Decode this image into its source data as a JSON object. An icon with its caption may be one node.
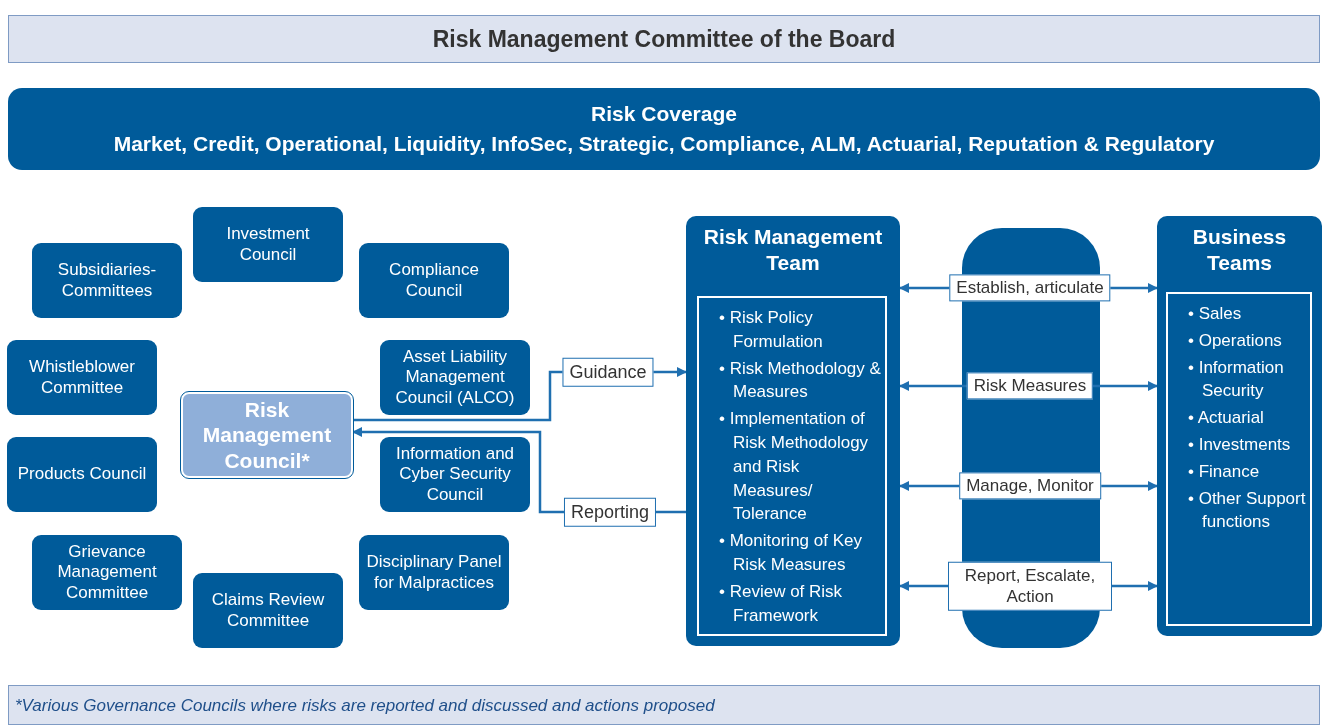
{
  "diagram": {
    "caption": "*Various Governance Councils where risks are reported and discussed and actions proposed",
    "nodes": [
      {
        "text": [
          "Risk Management Committee of the Board"
        ]
      },
      {
        "text": [
          "Risk Coverage",
          "Market, Credit, Operational, Liquidity, InfoSec, Strategic, Compliance, ALM, Actuarial, Reputation & Regulatory"
        ]
      },
      {
        "text": [
          "Investment Council"
        ]
      },
      {
        "text": [
          "Subsidiaries- Committees"
        ]
      },
      {
        "text": [
          "Compliance Council"
        ]
      },
      {
        "text": [
          "Whistleblower Committee"
        ]
      },
      {
        "text": [
          "Risk Management Council*"
        ]
      },
      {
        "text": [
          "Asset Liability Management Council (ALCO)"
        ]
      },
      {
        "text": [
          "Products Council"
        ]
      },
      {
        "text": [
          "Information and Cyber Security Council"
        ]
      },
      {
        "text": [
          "Grievance Management Committee"
        ]
      },
      {
        "text": [
          "Disciplinary Panel for Malpractices"
        ]
      },
      {
        "text": [
          "Claims Review Committee"
        ]
      },
      {
        "text": [
          "Risk Management Team"
        ]
      },
      {
        "text": [
          "• Risk Policy Formulation",
          "• Risk Methodology & Measures",
          "• Implementation of Risk Methodology and Risk Measures/ Tolerance",
          "• Monitoring of Key Risk Measures",
          "• Review of Risk Framework"
        ],
        "in": 13
      },
      {
        "text": [
          "Business Teams"
        ]
      },
      {
        "text": [
          "• Sales",
          "• Operations",
          "• Information Security",
          "• Actuarial",
          "• Investments",
          "• Finance",
          "• Other Support functions"
        ],
        "in": 15
      }
    ],
    "edges": [
      {
        "from": 6,
        "to": 13,
        "arrow": "to",
        "label": "Guidance"
      },
      {
        "from": 13,
        "to": 6,
        "arrow": "to",
        "label": "Reporting"
      },
      {
        "from": 13,
        "to": 15,
        "arrow": "both",
        "label": "Establish, articulate"
      },
      {
        "from": 13,
        "to": 15,
        "arrow": "both",
        "label": "Risk Measures"
      },
      {
        "from": 13,
        "to": 15,
        "arrow": "both",
        "label": "Manage, Monitor"
      },
      {
        "from": 13,
        "to": 15,
        "arrow": "both",
        "label": "Report, Escalate, Action"
      }
    ]
  }
}
